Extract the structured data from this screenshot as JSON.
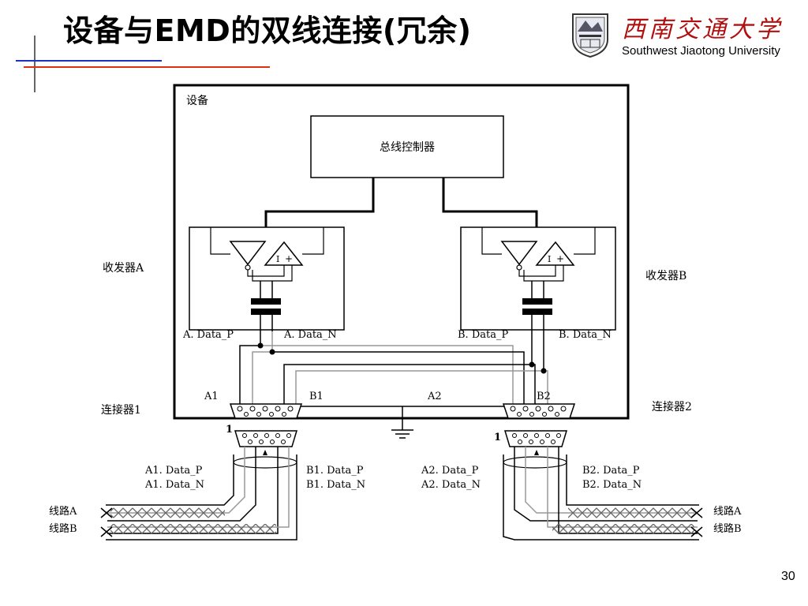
{
  "slide": {
    "title": "设备与EMD的双线连接(冗余)",
    "page_number": "30"
  },
  "university": {
    "name_cn": "西南交通大学",
    "name_en": "Southwest Jiaotong University"
  },
  "diagram": {
    "device_label": "设备",
    "controller_label": "总线控制器",
    "transceiver_a_label": "收发器A",
    "transceiver_b_label": "收发器B",
    "connector_1_label": "连接器1",
    "connector_2_label": "连接器2",
    "a_data_p": "A. Data_P",
    "a_data_n": "A. Data_N",
    "b_data_p": "B. Data_P",
    "b_data_n": "B. Data_N",
    "port_a1": "A1",
    "port_b1": "B1",
    "port_a2": "A2",
    "port_b2": "B2",
    "pin1_left": "1",
    "pin1_right": "1",
    "cable_a1_p": "A1.  Data_P",
    "cable_a1_n": "A1.  Data_N",
    "cable_b1_p": "B1.  Data_P",
    "cable_b1_n": "B1.  Data_N",
    "cable_a2_p": "A2.  Data_P",
    "cable_a2_n": "A2.  Data_N",
    "cable_b2_p": "B2.  Data_P",
    "cable_b2_n": "B2.  Data_N",
    "line_a_left": "线路A",
    "line_b_left": "线路B",
    "line_a_right": "线路A",
    "line_b_right": "线路B"
  },
  "colors": {
    "title_underline_red": "#e03010",
    "title_line_blue": "#2030c0",
    "university_red": "#b01010"
  }
}
